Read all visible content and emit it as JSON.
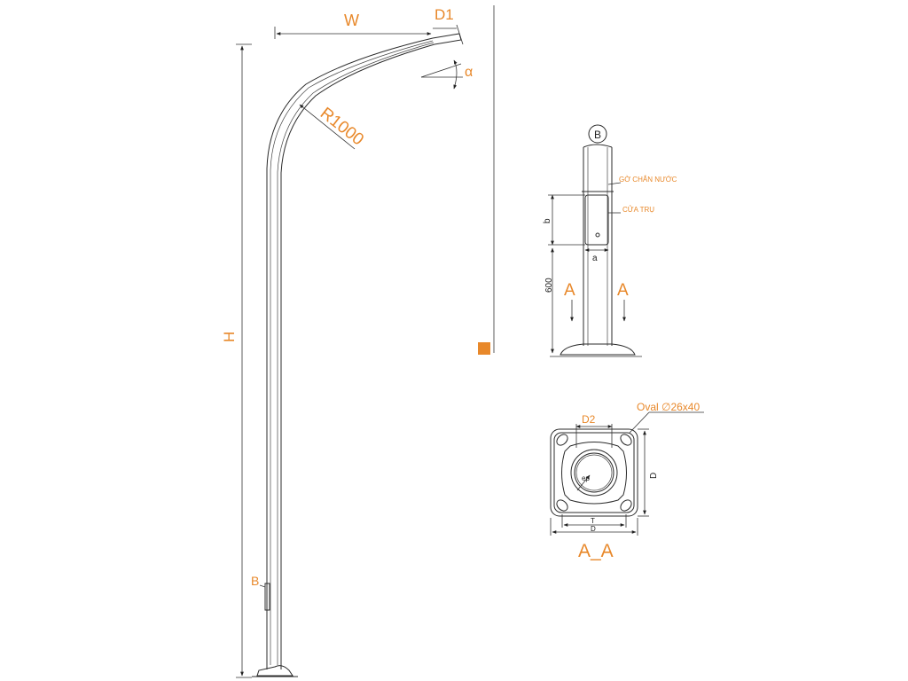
{
  "labels": {
    "width": "W",
    "d1": "D1",
    "alpha": "α",
    "radius": "R1000",
    "height": "H",
    "detail_b": "B",
    "detail_b_circle": "B",
    "water_collar": "GỜ CHẮN NƯỚC",
    "door": "CỬA TRỤ",
    "dim_b": "b",
    "dim_a": "a",
    "dim_600": "600",
    "section_left": "A",
    "section_right": "A",
    "d2": "D2",
    "oval": "Oval ∅26x40",
    "d_side": "D",
    "ep": "ep",
    "t": "T",
    "d_bottom": "D",
    "section_title": "A_A"
  },
  "colors": {
    "accent": "#e8882a",
    "line": "#2b2b2b"
  }
}
